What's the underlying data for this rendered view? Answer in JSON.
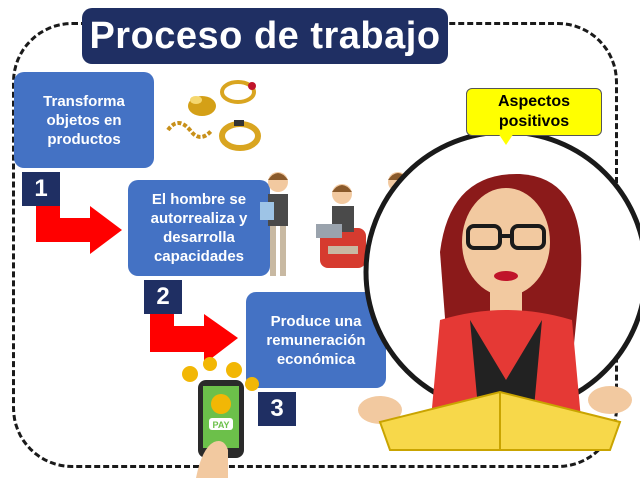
{
  "title": "Proceso de trabajo",
  "steps": [
    {
      "number": "1",
      "label": "Transforma objetos en productos"
    },
    {
      "number": "2",
      "label": "El hombre se autorrealiza y desarrolla capacidades"
    },
    {
      "number": "3",
      "label": "Produce una remuneración económica"
    }
  ],
  "callout": "Aspectos positivos",
  "phone": {
    "pay_label": "PAY"
  },
  "colors": {
    "title_bg": "#1f2f63",
    "step_bg": "#4472c4",
    "arrow": "#ff0000",
    "callout_bg": "#ffff00"
  }
}
